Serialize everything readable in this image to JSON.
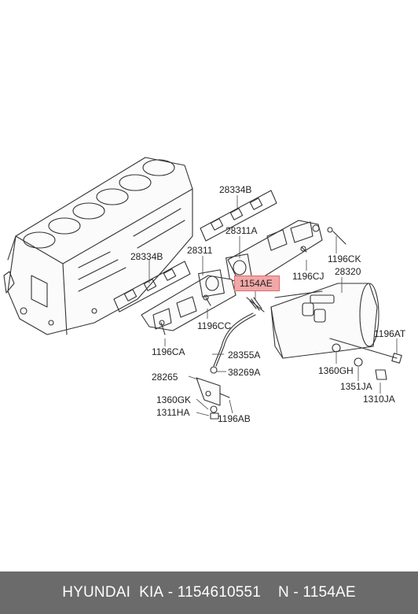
{
  "labels": {
    "p28334B_top": "28334B",
    "p28311A": "28311A",
    "p1196CK": "1196CK",
    "p28334B_left": "28334B",
    "p28311": "28311",
    "p1196CJ": "1196CJ",
    "p28320": "28320",
    "p1154AE": "1154AE",
    "p1196CC": "1196CC",
    "p1196AT": "1196AT",
    "p1196CA": "1196CA",
    "p28355A": "28355A",
    "p1360GH": "1360GH",
    "p38269A": "38269A",
    "p28265": "28265",
    "p1351JA": "1351JA",
    "p1360GK": "1360GK",
    "p1310JA": "1310JA",
    "p1311HA": "1311HA",
    "p1196AB": "1196AB"
  },
  "footer": {
    "brand": "HYUNDAI  KIA",
    "separator1": " - ",
    "part_number": "1154610551",
    "separator2": "    N - ",
    "ref": "1154AE"
  },
  "colors": {
    "highlight": "#f1a7a7",
    "footer_bg": "#6b6b6b"
  }
}
